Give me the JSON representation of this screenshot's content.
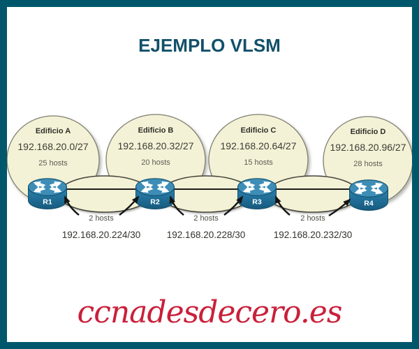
{
  "title": {
    "text": "EJEMPLO VLSM",
    "color": "#12506A"
  },
  "buildings": [
    {
      "name": "Edificio A",
      "subnet": "192.168.20.0/27",
      "hosts": "25 hosts"
    },
    {
      "name": "Edificio B",
      "subnet": "192.168.20.32/27",
      "hosts": "20 hosts"
    },
    {
      "name": "Edificio C",
      "subnet": "192.168.20.64/27",
      "hosts": "15 hosts"
    },
    {
      "name": "Edificio D",
      "subnet": "192.168.20.96/27",
      "hosts": "28 hosts"
    }
  ],
  "routers": [
    {
      "label": "R1"
    },
    {
      "label": "R2"
    },
    {
      "label": "R3"
    },
    {
      "label": "R4"
    }
  ],
  "links": [
    {
      "hosts": "2 hosts",
      "subnet": "192.168.20.224/30"
    },
    {
      "hosts": "2 hosts",
      "subnet": "192.168.20.228/30"
    },
    {
      "hosts": "2 hosts",
      "subnet": "192.168.20.232/30"
    }
  ],
  "watermark": {
    "text": "ccnadesdecero.es",
    "color": "#C9203A"
  },
  "colors": {
    "frame_teal": "#00576C",
    "title_teal": "#12506A",
    "ellipse_fill": "#F4F2D6",
    "router_blue_top": "#3D8DB6",
    "router_blue_body_dark": "#175A7D",
    "arrow_black": "#151515",
    "watermark_red": "#C9203A"
  },
  "icons": {
    "router": "router-icon"
  }
}
